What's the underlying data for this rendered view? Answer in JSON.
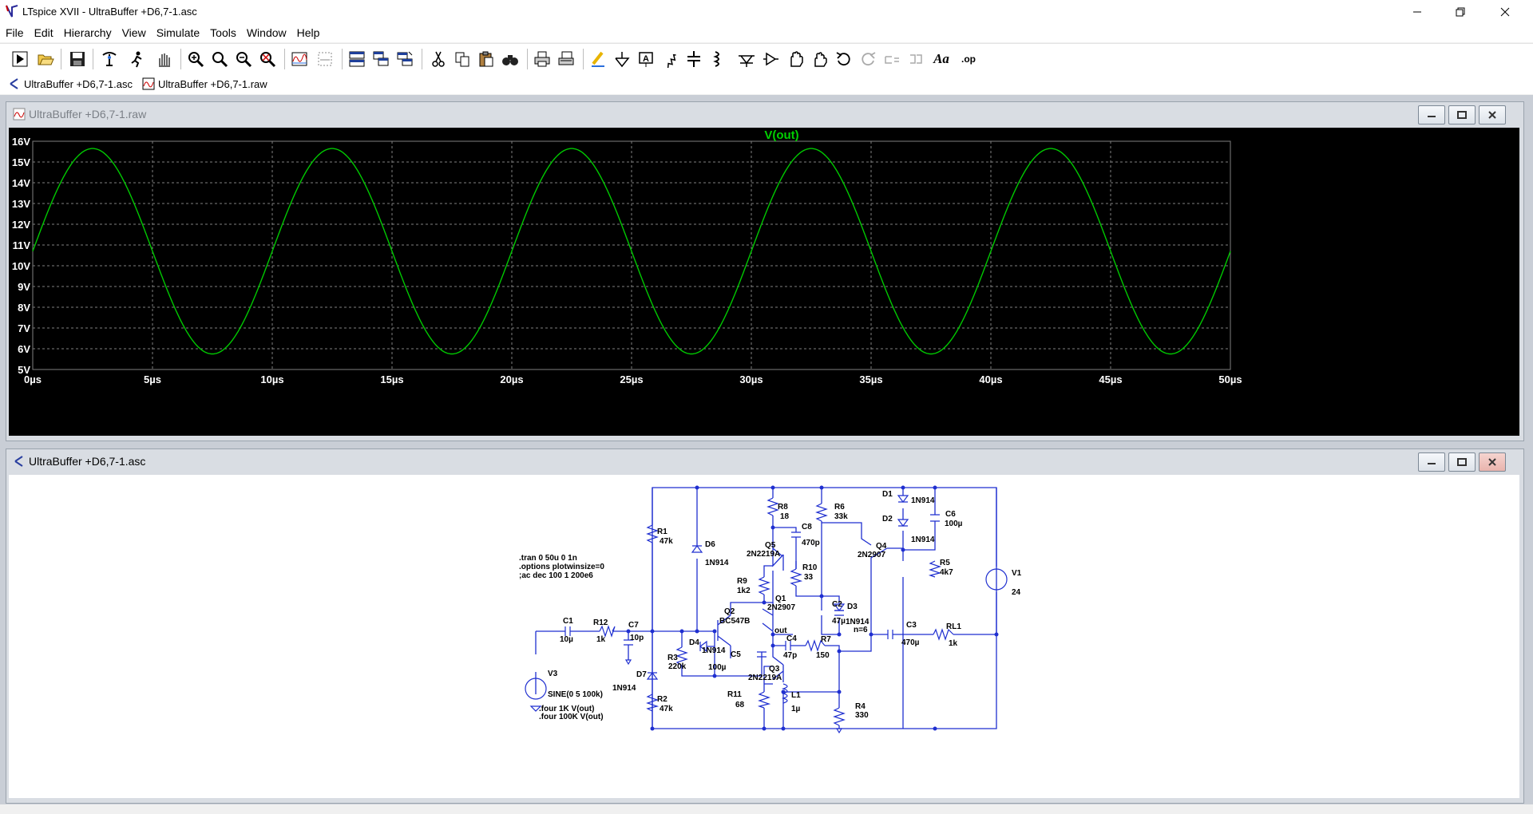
{
  "window": {
    "title": "LTspice XVII - UltraBuffer +D6,7-1.asc"
  },
  "menu": {
    "items": [
      "File",
      "Edit",
      "Hierarchy",
      "View",
      "Simulate",
      "Tools",
      "Window",
      "Help"
    ]
  },
  "toolbar": {
    "icons": [
      "run-icon",
      "open-icon",
      "save-icon",
      "control-panel-icon",
      "halt-icon",
      "pan-icon",
      "zoom-in-icon",
      "zoom-area-icon",
      "zoom-out-icon",
      "zoom-fit-icon",
      "waveform-icon",
      "autorange-icon",
      "tile-horizontal-icon",
      "cascade-icon",
      "tile-vertical-icon",
      "cut-icon",
      "copy-icon",
      "paste-icon",
      "find-icon",
      "print-icon",
      "print-preview-icon",
      "draw-wire-icon",
      "ground-icon",
      "label-net-icon",
      "resistor-icon",
      "capacitor-icon",
      "inductor-icon",
      "diode-icon",
      "component-icon",
      "move-icon",
      "drag-icon",
      "undo-icon",
      "redo-icon",
      "rotate-icon",
      "mirror-icon",
      "text-icon",
      "spice-directive-icon"
    ],
    "text_label": "Aa",
    "directive_label": ".op"
  },
  "doc_tabs": [
    {
      "label": "UltraBuffer +D6,7-1.asc",
      "icon": "schematic-icon"
    },
    {
      "label": "UltraBuffer +D6,7-1.raw",
      "icon": "waveform-file-icon"
    }
  ],
  "waveform_window": {
    "title": "UltraBuffer +D6,7-1.raw"
  },
  "schematic_window": {
    "title": "UltraBuffer +D6,7-1.asc"
  },
  "chart_data": {
    "type": "line",
    "title": "V(out)",
    "xlabel": "",
    "ylabel": "",
    "x_ticks": [
      "0µs",
      "5µs",
      "10µs",
      "15µs",
      "20µs",
      "25µs",
      "30µs",
      "35µs",
      "40µs",
      "45µs",
      "50µs"
    ],
    "y_ticks": [
      "5V",
      "6V",
      "7V",
      "8V",
      "9V",
      "10V",
      "11V",
      "12V",
      "13V",
      "14V",
      "15V",
      "16V"
    ],
    "xlim": [
      0,
      50
    ],
    "ylim": [
      5,
      16
    ],
    "x_unit": "µs",
    "y_unit": "V",
    "grid": true,
    "series": [
      {
        "name": "V(out)",
        "color": "#00c800",
        "offset_v": 10.7,
        "amplitude_v": 4.95,
        "frequency_khz": 100,
        "start_phase_deg": 0
      }
    ]
  },
  "schematic": {
    "directives": [
      ".tran 0 50u 0 1n",
      ".options plotwinsize=0",
      ";ac dec 100 1 200e6",
      ".four 1K V(out)",
      ".four 100K V(out)"
    ],
    "components": [
      {
        "ref": "R1",
        "value": "47k"
      },
      {
        "ref": "R2",
        "value": "47k"
      },
      {
        "ref": "R3",
        "value": "220k"
      },
      {
        "ref": "R4",
        "value": "330"
      },
      {
        "ref": "R5",
        "value": "4k7"
      },
      {
        "ref": "R6",
        "value": "33k"
      },
      {
        "ref": "R7",
        "value": "150"
      },
      {
        "ref": "R8",
        "value": "18"
      },
      {
        "ref": "R9",
        "value": "1k2"
      },
      {
        "ref": "R10",
        "value": "33"
      },
      {
        "ref": "R11",
        "value": "68"
      },
      {
        "ref": "R12",
        "value": "1k"
      },
      {
        "ref": "RL1",
        "value": "1k"
      },
      {
        "ref": "C1",
        "value": "10µ"
      },
      {
        "ref": "C2",
        "value": "47µ"
      },
      {
        "ref": "C3",
        "value": "470µ"
      },
      {
        "ref": "C4",
        "value": "47p"
      },
      {
        "ref": "C5",
        "value": "100µ"
      },
      {
        "ref": "C6",
        "value": "100µ"
      },
      {
        "ref": "C7",
        "value": "10p"
      },
      {
        "ref": "C8",
        "value": "470p"
      },
      {
        "ref": "D1",
        "value": "1N914"
      },
      {
        "ref": "D2",
        "value": "1N914"
      },
      {
        "ref": "D3",
        "value": "1N914"
      },
      {
        "ref": "D4",
        "value": "1N914"
      },
      {
        "ref": "D6",
        "value": "1N914"
      },
      {
        "ref": "D7",
        "value": "1N914"
      },
      {
        "ref": "Q1",
        "value": "2N2907"
      },
      {
        "ref": "Q2",
        "value": "BC547B"
      },
      {
        "ref": "Q3",
        "value": "2N2219A"
      },
      {
        "ref": "Q4",
        "value": "2N2907"
      },
      {
        "ref": "Q5",
        "value": "2N2219A"
      },
      {
        "ref": "L1",
        "value": "1µ"
      },
      {
        "ref": "V1",
        "value": "24"
      },
      {
        "ref": "V3",
        "value": "SINE(0 5 100k)"
      }
    ],
    "d3_param": "n=6",
    "net_label": "out"
  }
}
